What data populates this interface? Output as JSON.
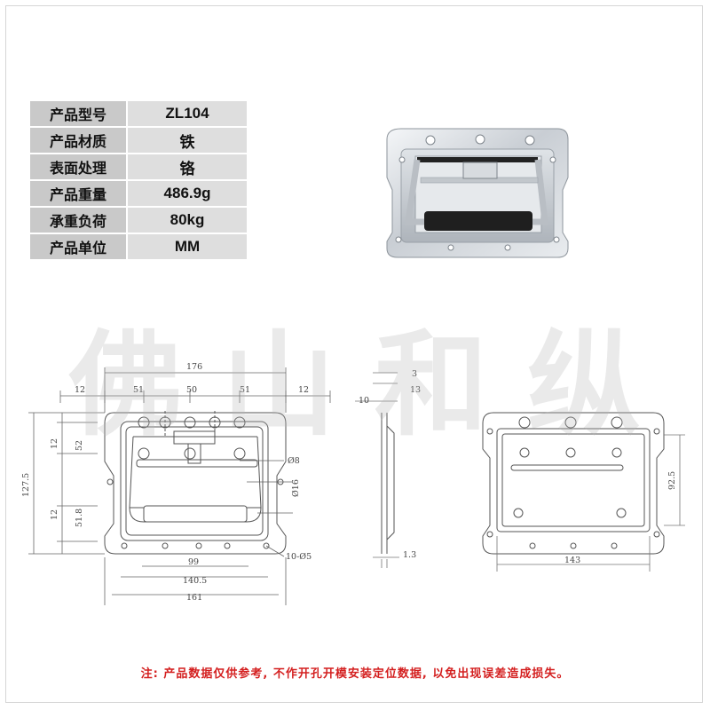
{
  "specs": [
    {
      "label": "产品型号",
      "value": "ZL104"
    },
    {
      "label": "产品材质",
      "value": "铁"
    },
    {
      "label": "表面处理",
      "value": "铬"
    },
    {
      "label": "产品重量",
      "value": "486.9g"
    },
    {
      "label": "承重负荷",
      "value": "80kg"
    },
    {
      "label": "产品单位",
      "value": "MM"
    }
  ],
  "watermark": "佛山和纵",
  "front_view": {
    "width_176": "176",
    "top_12_left": "12",
    "top_51_left": "51",
    "top_50": "50",
    "top_51_right": "51",
    "top_12_right": "12",
    "height_127_5": "127.5",
    "left_12_top": "12",
    "left_52": "52",
    "left_51_8": "51.8",
    "left_12_bottom": "12",
    "hole_8": "Ø8",
    "handle_16": "Ø16",
    "holes_10_5": "10-Ø5",
    "bottom_99": "99",
    "bottom_140_5": "140.5",
    "bottom_161": "161"
  },
  "side_view": {
    "dim_3": "3",
    "dim_13": "13",
    "dim_10": "10",
    "dim_1_3": "1.3"
  },
  "back_view": {
    "height_92_5": "92.5",
    "width_143": "143"
  },
  "note": "注: 产品数据仅供参考, 不作开孔开模安装定位数据, 以免出现误差造成损失。"
}
